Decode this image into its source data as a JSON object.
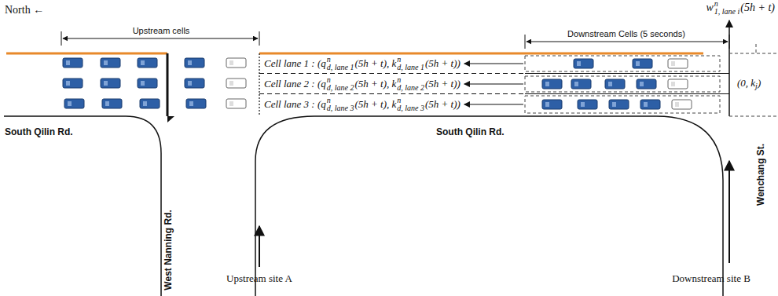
{
  "diagram": {
    "labels": [
      "North ←",
      "Upstream cells",
      "Downstream Cells (5 seconds)",
      "w",
      "n",
      "1, lane i",
      "(5h + t)",
      "Cell lane 1 : (q",
      "n",
      "d, lane 1",
      "(5h + t), k",
      "n",
      "d, lane 1",
      "(5h + t))",
      "Cell lane 2 : (q",
      "n",
      "d, lane 2",
      "(5h + t), k",
      "n",
      "d, lane 2",
      "(5h + t))",
      "Cell lane 3 : (q",
      "n",
      "d, lane 3",
      "(5h + t), k",
      "n",
      "d, lane 3",
      "(5h + t))",
      "(0, k",
      "j",
      ")",
      "South Qilin Rd.",
      "South Qilin Rd.",
      "West Nanning Rd.",
      "Wenchang St.",
      "Upstream site A",
      "Downstream site B"
    ]
  }
}
